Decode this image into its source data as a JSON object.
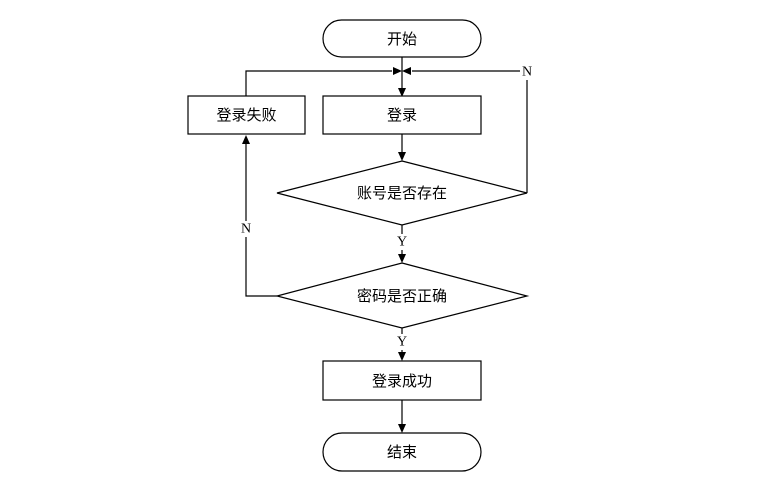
{
  "nodes": {
    "start": "开始",
    "login": "登录",
    "login_failed": "登录失败",
    "account_exists": "账号是否存在",
    "password_correct": "密码是否正确",
    "login_success": "登录成功",
    "end": "结束"
  },
  "edge_labels": {
    "account_no": "N",
    "account_yes": "Y",
    "password_no": "N",
    "password_yes": "Y"
  },
  "colors": {
    "stroke": "#000000",
    "fill": "#ffffff"
  }
}
